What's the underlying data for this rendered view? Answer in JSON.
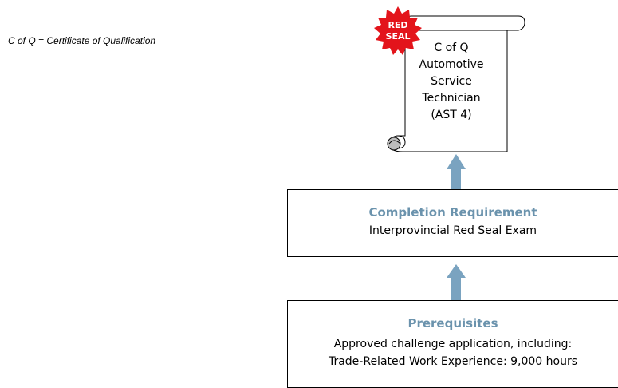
{
  "legend": "C of Q = Certificate of Qualification",
  "seal": {
    "line1": "RED",
    "line2": "SEAL"
  },
  "certificate": {
    "lines": [
      "C of Q",
      "Automotive",
      "Service",
      "Technician",
      "(AST 4)"
    ]
  },
  "completion": {
    "title": "Completion Requirement",
    "text": "Interprovincial Red Seal Exam"
  },
  "prerequisites": {
    "title": "Prerequisites",
    "lines": [
      "Approved challenge application, including:",
      "Trade-Related Work Experience: 9,000 hours"
    ]
  },
  "colors": {
    "accent": "#6b93ad",
    "arrow": "#7aa3c0",
    "seal": "#e3141b"
  }
}
